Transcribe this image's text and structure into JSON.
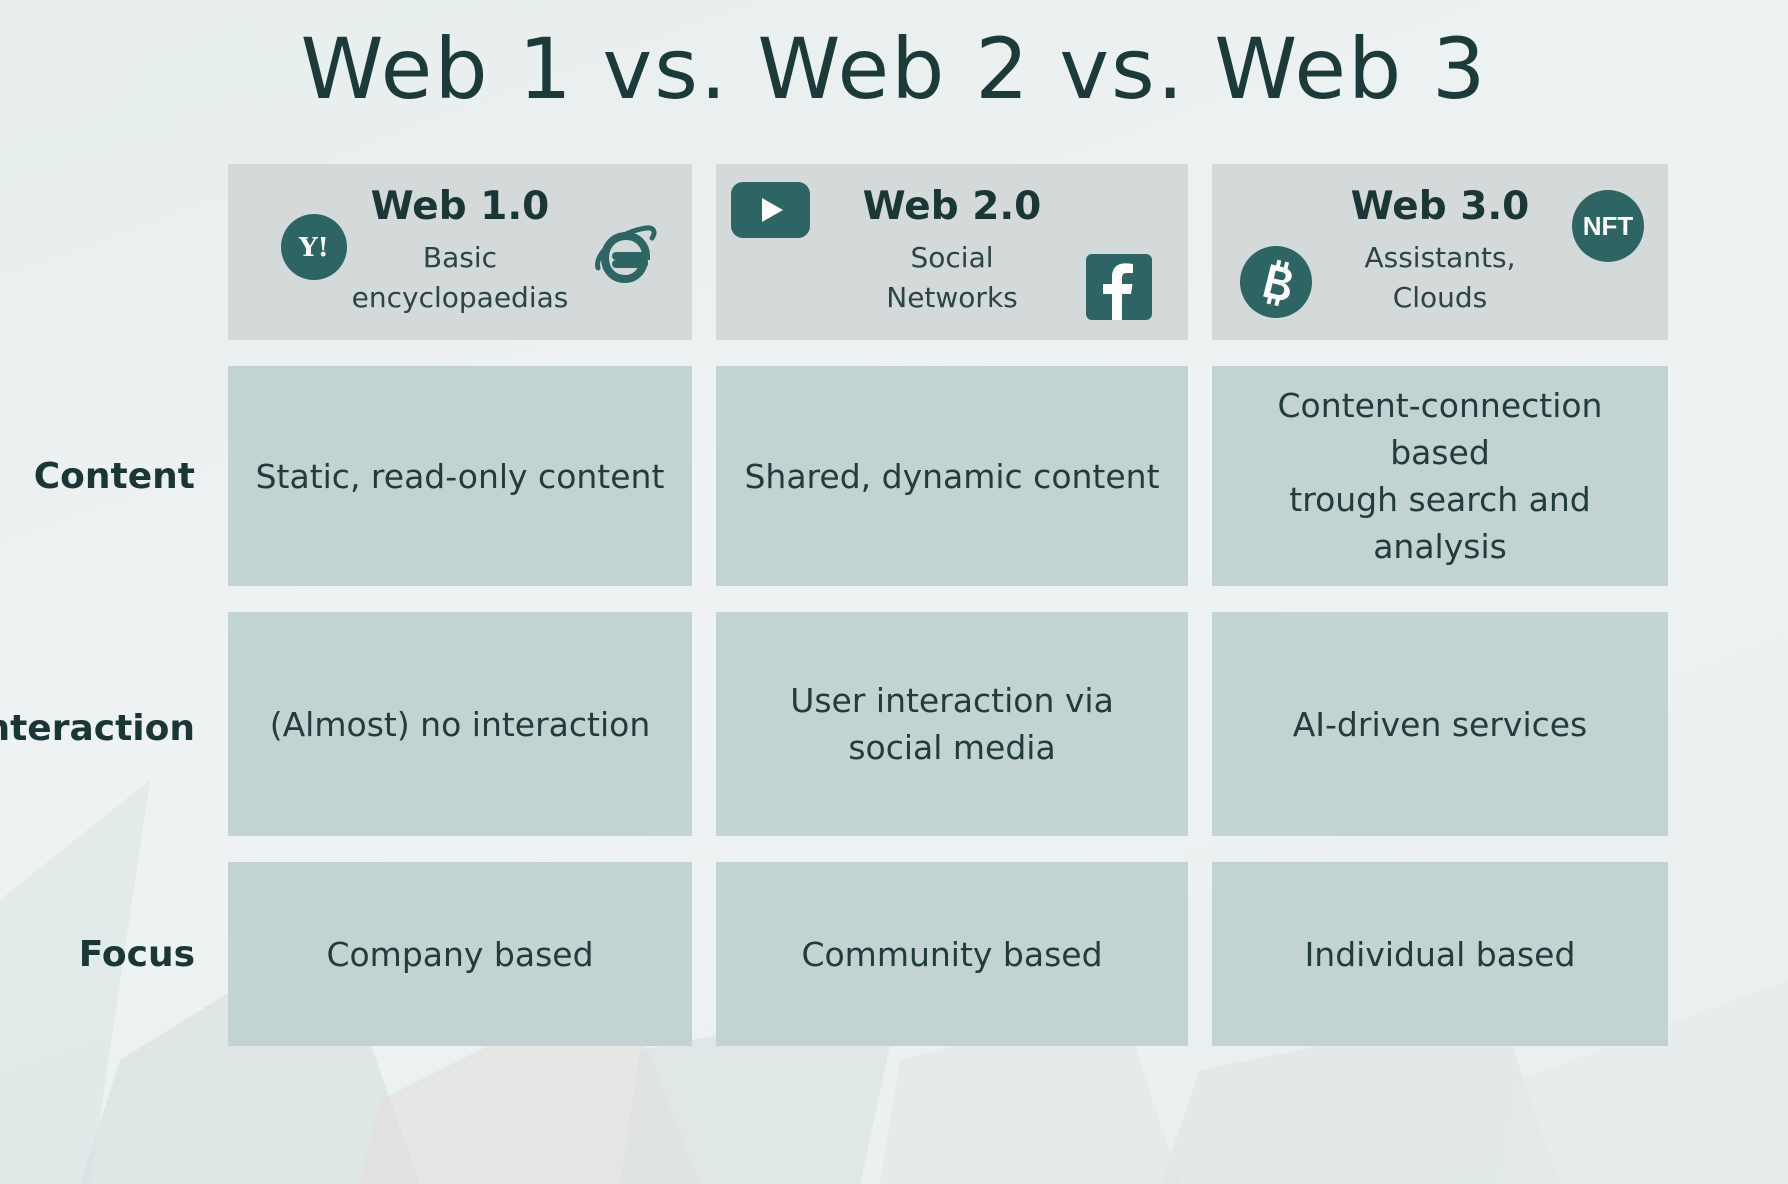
{
  "title": "Web 1 vs. Web 2 vs. Web 3",
  "columns": [
    {
      "title": "Web 1.0",
      "subtitle_lines": [
        "Basic",
        "encyclopaedias"
      ],
      "icons": [
        "yahoo-icon",
        "internet-explorer-icon"
      ]
    },
    {
      "title": "Web 2.0",
      "subtitle_lines": [
        "Social",
        "Networks"
      ],
      "icons": [
        "youtube-icon",
        "facebook-icon"
      ]
    },
    {
      "title": "Web 3.0",
      "subtitle_lines": [
        "Assistants,",
        "Clouds"
      ],
      "icons": [
        "bitcoin-icon",
        "nft-icon"
      ]
    }
  ],
  "icon_text": {
    "yahoo": "Y!",
    "nft": "NFT"
  },
  "rows": [
    {
      "label": "Content",
      "cells": [
        [
          "Static, read-only content"
        ],
        [
          "Shared, dynamic content"
        ],
        [
          "Content-connection based",
          "trough search and analysis"
        ]
      ]
    },
    {
      "label": "Interaction",
      "cells": [
        [
          "(Almost) no interaction"
        ],
        [
          "User interaction via",
          "social media"
        ],
        [
          "AI-driven services"
        ]
      ]
    },
    {
      "label": "Focus",
      "cells": [
        [
          "Company based"
        ],
        [
          "Community based"
        ],
        [
          "Individual based"
        ]
      ]
    }
  ],
  "colors": {
    "accent": "#2d6464",
    "header_cell": "#d4d9da",
    "body_cell": "#c3d3d3",
    "text": "#1d3a3a"
  }
}
